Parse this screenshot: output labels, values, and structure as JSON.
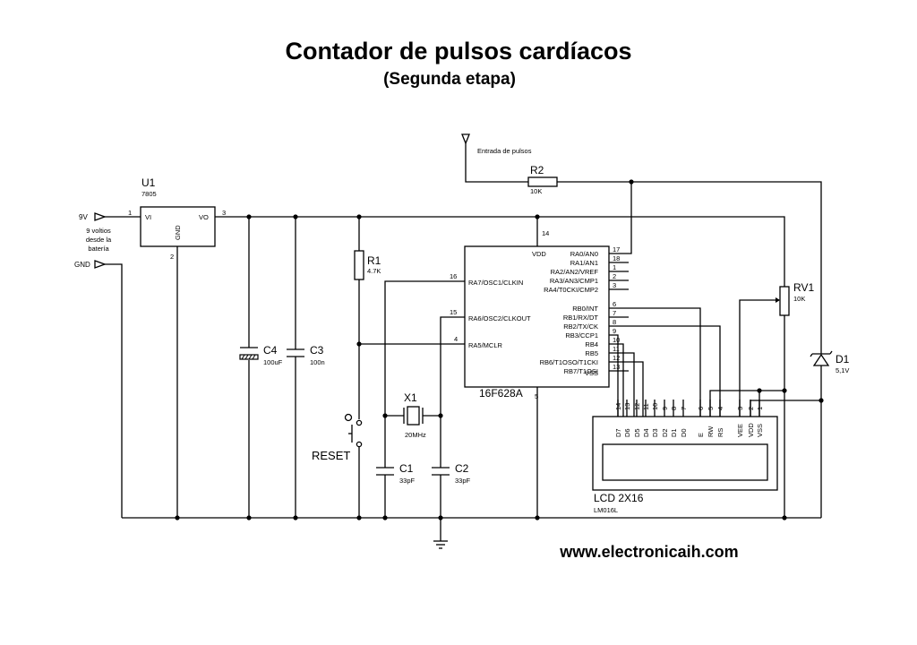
{
  "title": "Contador de pulsos cardíacos",
  "subtitle": "(Segunda etapa)",
  "website": "www.electronicaih.com",
  "inputs": {
    "vin": "9V",
    "battery_note": [
      "9 voltios",
      "desde la",
      "batería"
    ],
    "gnd": "GND",
    "pulse_input": "Entrada de pulsos"
  },
  "u1": {
    "ref": "U1",
    "part": "7805",
    "vi": "VI",
    "vo": "VO",
    "gnd": "GND",
    "pin1": "1",
    "pin2": "2",
    "pin3": "3"
  },
  "r1": {
    "ref": "R1",
    "value": "4.7K"
  },
  "r2": {
    "ref": "R2",
    "value": "10K"
  },
  "rv1": {
    "ref": "RV1",
    "value": "10K"
  },
  "d1": {
    "ref": "D1",
    "value": "5,1V"
  },
  "c1": {
    "ref": "C1",
    "value": "33pF"
  },
  "c2": {
    "ref": "C2",
    "value": "33pF"
  },
  "c3": {
    "ref": "C3",
    "value": "100n"
  },
  "c4": {
    "ref": "C4",
    "value": "100uF"
  },
  "x1": {
    "ref": "X1",
    "value": "20MHz"
  },
  "reset": {
    "label": "RESET"
  },
  "mcu": {
    "part": "16F628A",
    "vdd": "VDD",
    "vdd_pin": "14",
    "vss": "VSS",
    "vss_pin": "5",
    "left_pins": [
      {
        "label": "RA7/OSC1/CLKIN",
        "pin": "16"
      },
      {
        "label": "RA6/OSC2/CLKOUT",
        "pin": "15"
      },
      {
        "label": "RA5/MCLR",
        "pin": "4"
      }
    ],
    "right_pins": [
      {
        "label": "RA0/AN0",
        "pin": "17"
      },
      {
        "label": "RA1/AN1",
        "pin": "18"
      },
      {
        "label": "RA2/AN2/VREF",
        "pin": "1"
      },
      {
        "label": "RA3/AN3/CMP1",
        "pin": "2"
      },
      {
        "label": "RA4/T0CKI/CMP2",
        "pin": "3"
      },
      {
        "label": "RB0/INT",
        "pin": "6"
      },
      {
        "label": "RB1/RX/DT",
        "pin": "7"
      },
      {
        "label": "RB2/TX/CK",
        "pin": "8"
      },
      {
        "label": "RB3/CCP1",
        "pin": "9"
      },
      {
        "label": "RB4",
        "pin": "10"
      },
      {
        "label": "RB5",
        "pin": "11"
      },
      {
        "label": "RB6/T1OSO/T1CKI",
        "pin": "12"
      },
      {
        "label": "RB7/T1OSI",
        "pin": "13"
      }
    ]
  },
  "lcd": {
    "name": "LCD 2X16",
    "part": "LM016L",
    "pins": [
      {
        "label": "D7",
        "num": "14"
      },
      {
        "label": "D6",
        "num": "13"
      },
      {
        "label": "D5",
        "num": "12"
      },
      {
        "label": "D4",
        "num": "11"
      },
      {
        "label": "D3",
        "num": "10"
      },
      {
        "label": "D2",
        "num": "9"
      },
      {
        "label": "D1",
        "num": "8"
      },
      {
        "label": "D0",
        "num": "7"
      },
      {
        "label": "E",
        "num": "6"
      },
      {
        "label": "RW",
        "num": "5"
      },
      {
        "label": "RS",
        "num": "4"
      },
      {
        "label": "VEE",
        "num": "3"
      },
      {
        "label": "VDD",
        "num": "2"
      },
      {
        "label": "VSS",
        "num": "1"
      }
    ]
  }
}
